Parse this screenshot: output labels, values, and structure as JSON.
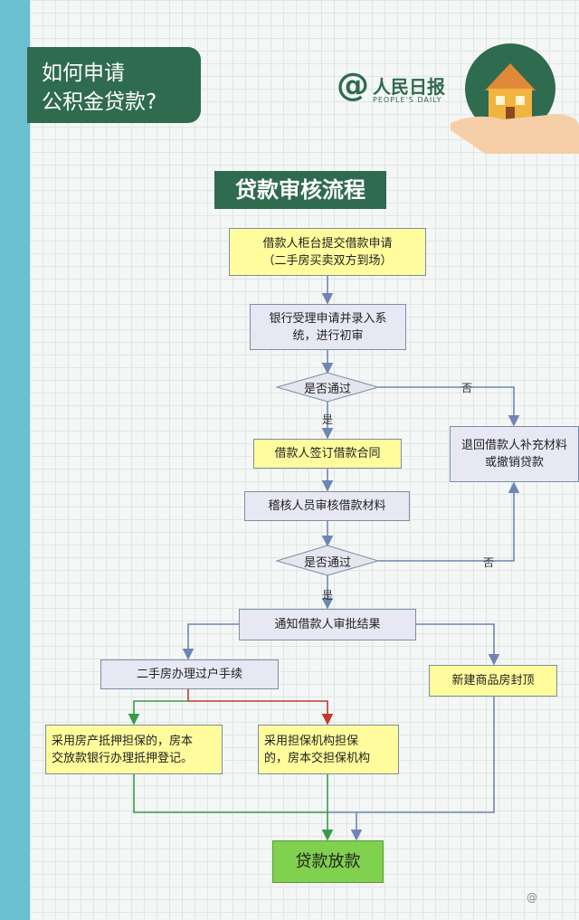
{
  "header": {
    "line1": "如何申请",
    "line2": "公积金贷款?"
  },
  "logo": {
    "at": "@",
    "name": "人民日报",
    "sub": "PEOPLE'S DAILY"
  },
  "title": "贷款审核流程",
  "nodes": {
    "submit": {
      "line1": "借款人柜台提交借款申请",
      "line2": "（二手房买卖双方到场）"
    },
    "bank": {
      "line1": "银行受理申请并录入系",
      "line2": "统，进行初审"
    },
    "check1": "是否通过",
    "sign": "借款人签订借款合同",
    "audit": "稽核人员审核借款材料",
    "check2": "是否通过",
    "return": {
      "line1": "退回借款人补充材料",
      "line2": "或撤销贷款"
    },
    "notify": "通知借款人审批结果",
    "transfer": "二手房办理过户手续",
    "newhouse": "新建商品房封顶",
    "mortgage": {
      "line1": "采用房产抵押担保的，房本",
      "line2": "交放款银行办理抵押登记。"
    },
    "guarantee": {
      "line1": "采用担保机构担保",
      "line2": "的，房本交担保机构"
    },
    "loan": "贷款放款"
  },
  "edges": {
    "yes": "是",
    "no": "否"
  },
  "watermark": "@"
}
